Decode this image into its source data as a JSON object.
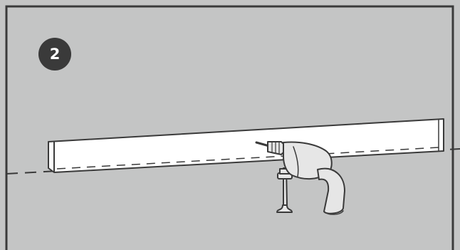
{
  "step": {
    "number": "2"
  },
  "colors": {
    "background": "#c4c5c5",
    "frame": "#3a3a3a",
    "board": "#ffffff",
    "outline": "#3a3a3a",
    "drill_body": "#e6e6e6",
    "badge": "#3a3a3a"
  },
  "icons": [
    "drill-icon",
    "wooden-board",
    "level-line"
  ]
}
